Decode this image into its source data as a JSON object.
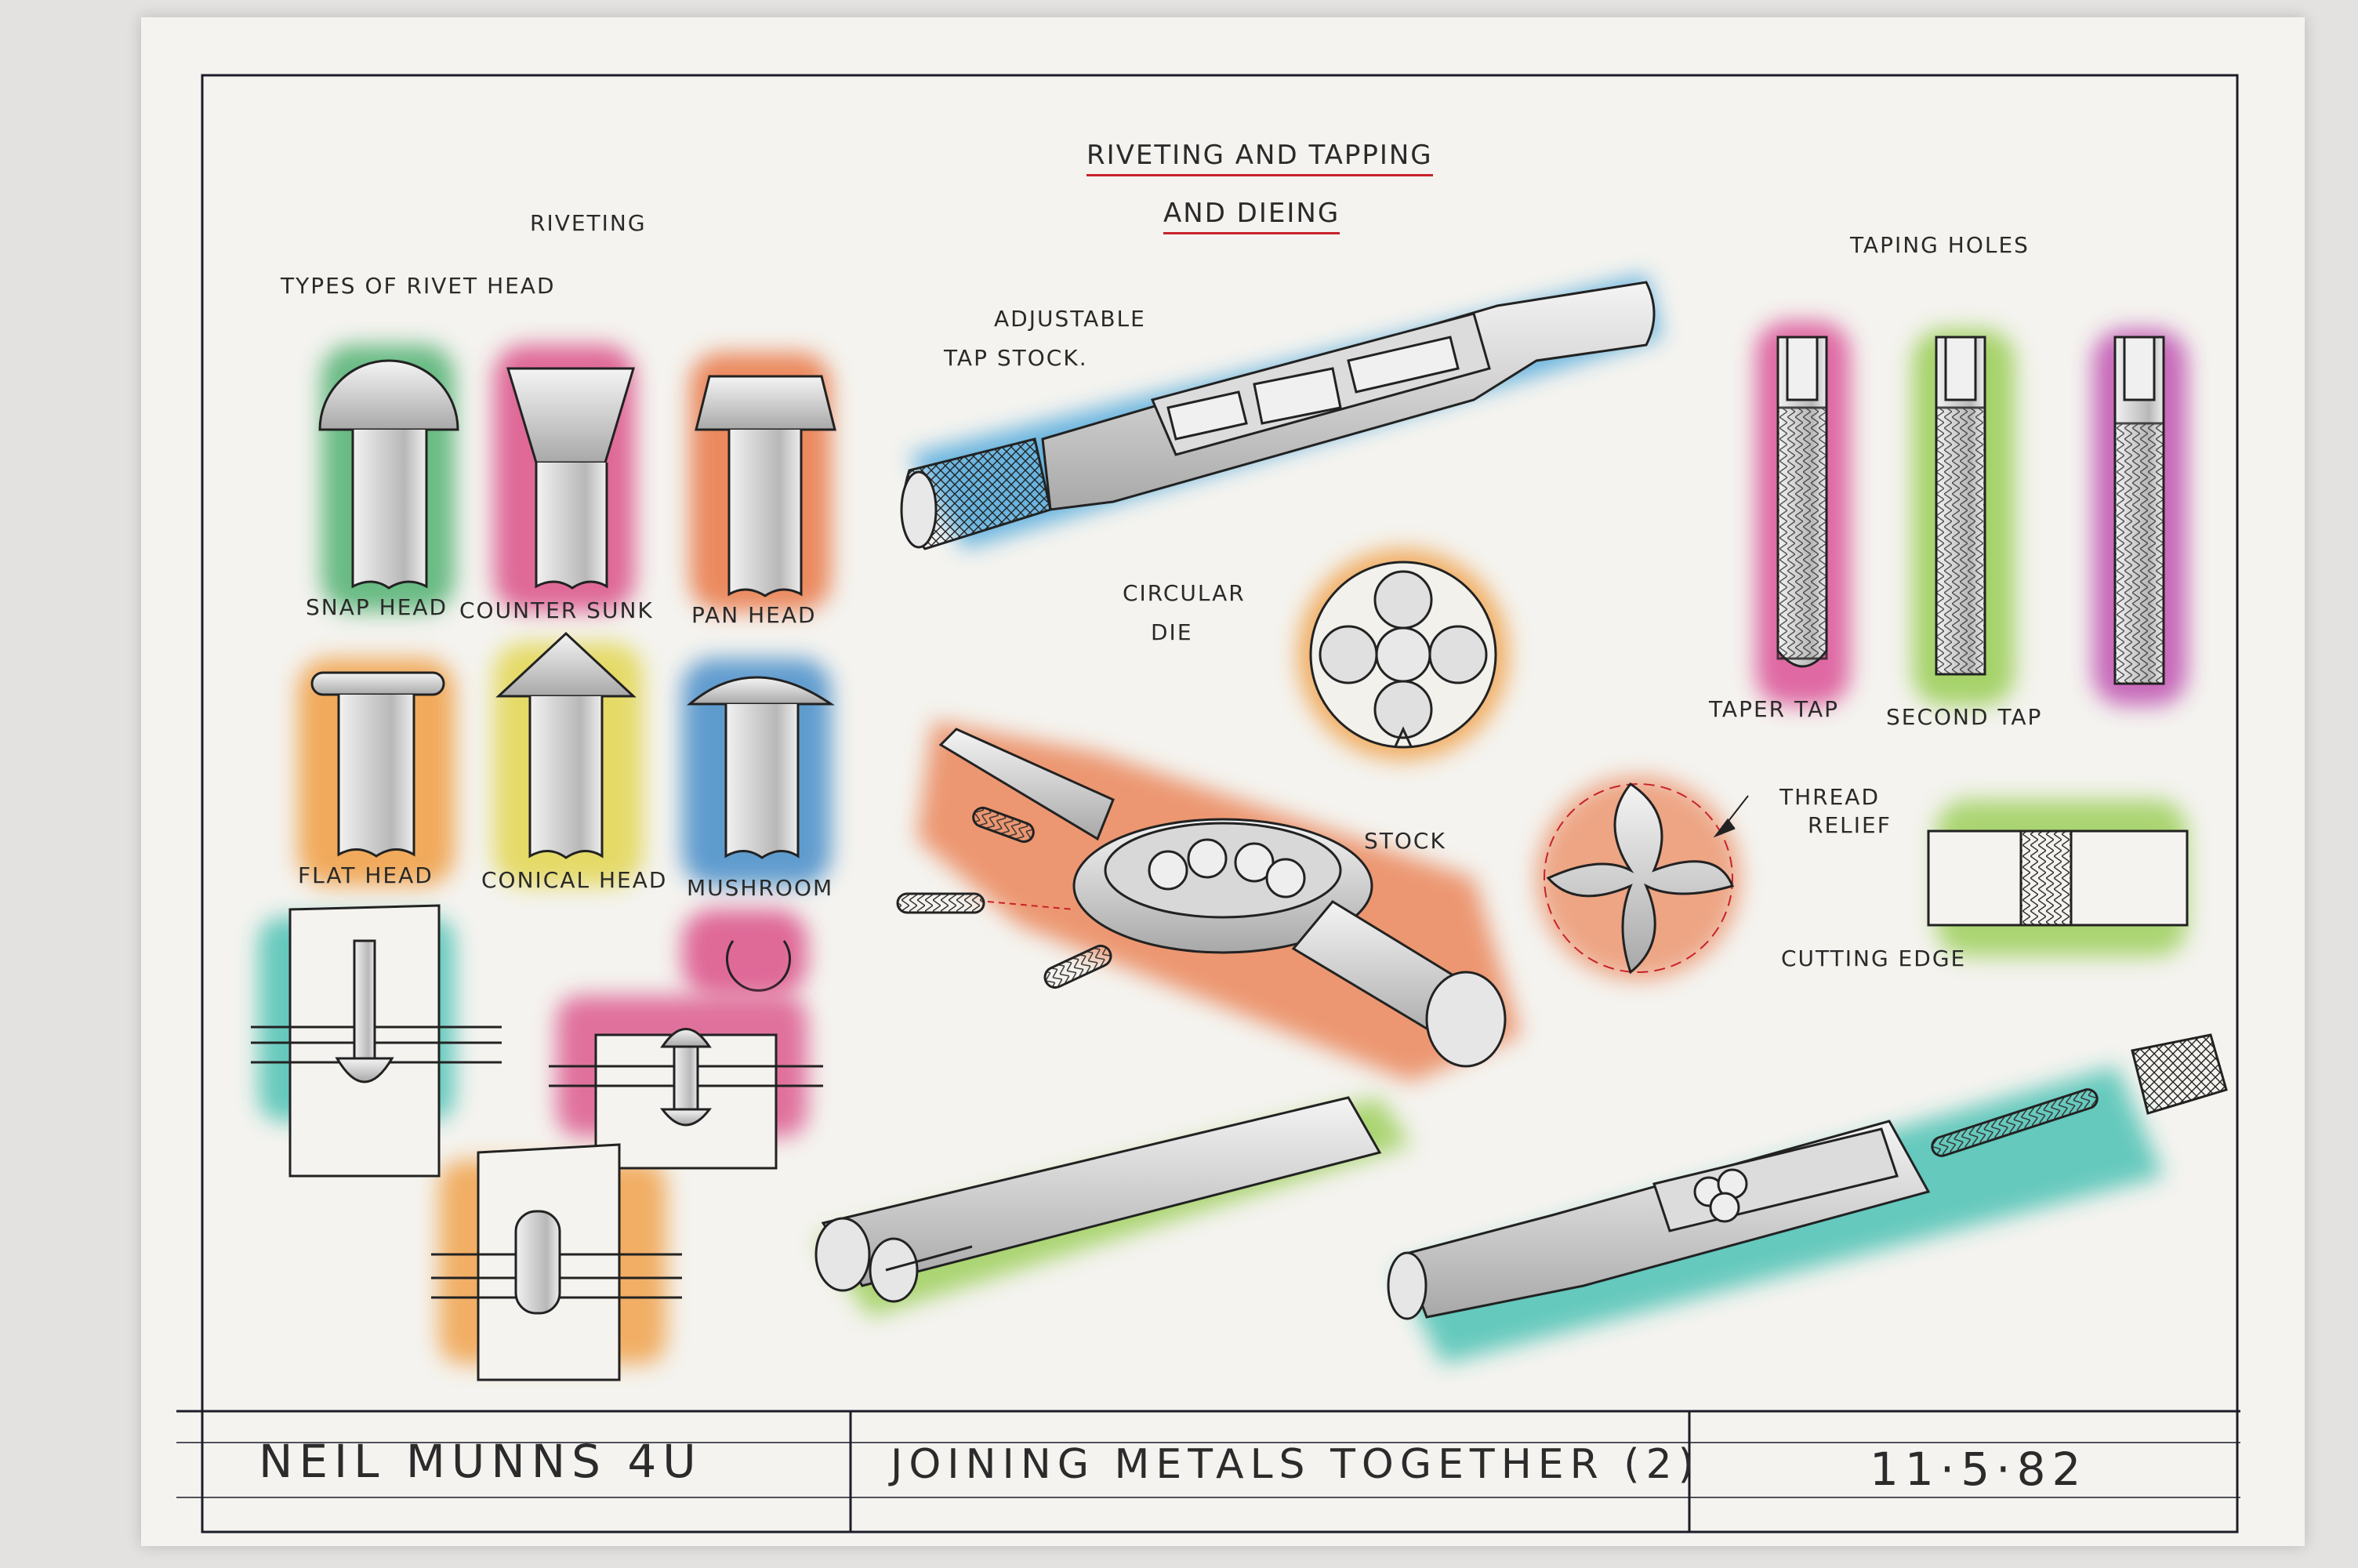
{
  "sheet": {
    "title_line1": "RIVETING AND TAPPING",
    "title_line2": "AND DIEING",
    "colors": {
      "paper": "#f4f3ef",
      "ink": "#2a2a2a",
      "underline": "#c8222a"
    }
  },
  "sections": {
    "riveting": "RIVETING",
    "rivet_types": "TYPES OF RIVET HEAD",
    "tapping_holes": "TAPING HOLES"
  },
  "rivet_heads": [
    {
      "label": "SNAP HEAD",
      "color": "#3aa860"
    },
    {
      "label": "COUNTER SUNK",
      "color": "#d83a7a"
    },
    {
      "label": "PAN HEAD",
      "color": "#e8662e"
    },
    {
      "label": "FLAT HEAD",
      "color": "#f0922a"
    },
    {
      "label": "CONICAL HEAD",
      "color": "#e0d23a"
    },
    {
      "label": "MUSHROOM",
      "color": "#2d7fc4"
    }
  ],
  "tool_labels": {
    "adjustable_line1": "ADJUSTABLE",
    "adjustable_line2": "TAP STOCK.",
    "circular_line1": "CIRCULAR",
    "circular_line2": "DIE",
    "stock": "STOCK",
    "thread_relief_line1": "THREAD",
    "thread_relief_line2": "RELIEF",
    "cutting_edge": "CUTTING EDGE"
  },
  "taps": [
    {
      "label": "TAPER TAP",
      "color": "#d83a8a"
    },
    {
      "label": "SECOND TAP",
      "color": "#8cc83c"
    },
    {
      "label": "",
      "color": "#b83aa8"
    }
  ],
  "title_block": {
    "name": "NEIL MUNNS 4U",
    "title": "JOINING METALS TOGETHER (2)",
    "date": "11·5·82"
  }
}
